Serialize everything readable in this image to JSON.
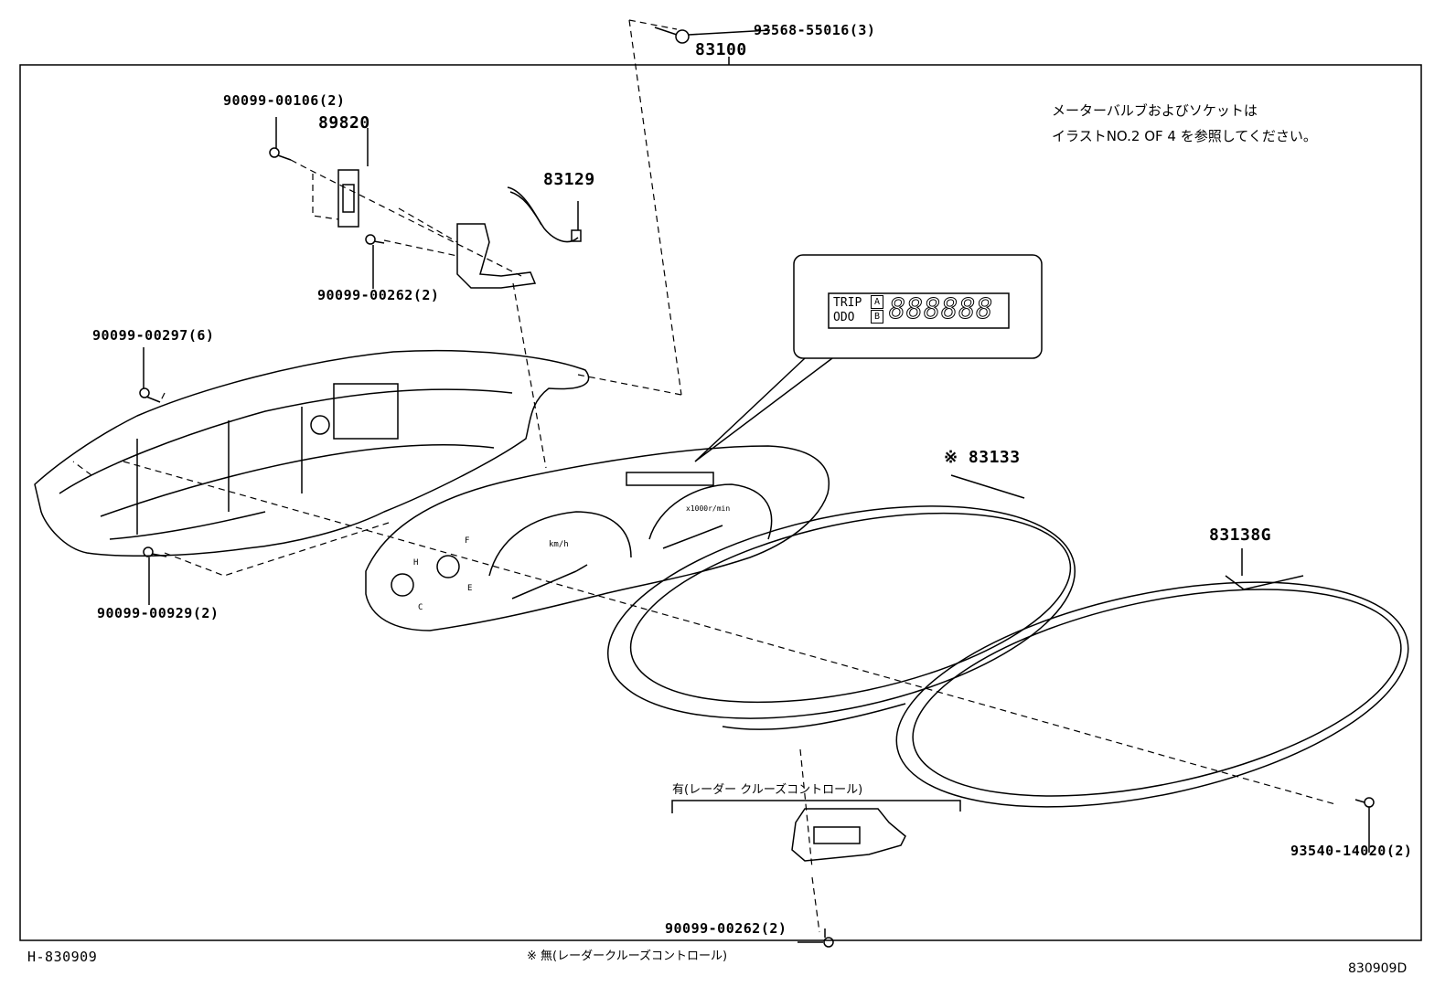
{
  "diagram": {
    "assembly_number": "83100",
    "parts": {
      "p_93568": "93568-55016(3)",
      "p_00106": "90099-00106(2)",
      "p_89820": "89820",
      "p_83129": "83129",
      "p_00262a": "90099-00262(2)",
      "p_00297": "90099-00297(6)",
      "p_00929": "90099-00929(2)",
      "p_83133": "※ 83133",
      "p_83138G": "83138G",
      "p_93540": "93540-14020(2)",
      "p_00262b": "90099-00262(2)"
    },
    "note_line1": "メーターバルブおよびソケットは",
    "note_line2": "イラストNO.2 OF 4 を参照してください。",
    "variant_with": "有(レーダー クルーズコントロール)",
    "variant_without": "※ 無(レーダークルーズコントロール)",
    "lcd_trip": "TRIP",
    "lcd_odo": "ODO",
    "lcd_a": "A",
    "lcd_b": "B",
    "lcd_digits": "888888",
    "gauge_kmh": "km/h",
    "gauge_rpm": "x1000r/min",
    "fuel_f": "F",
    "fuel_e": "E",
    "temp_h": "H",
    "temp_c": "C",
    "footer_left": "H-830909",
    "footer_right": "830909D"
  }
}
